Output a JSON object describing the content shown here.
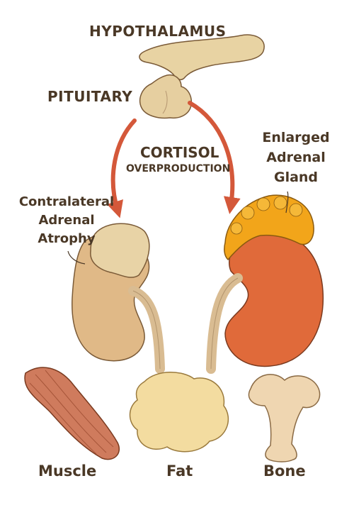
{
  "labels": {
    "hypothalamus": "HYPOTHALAMUS",
    "pituitary": "PITUITARY",
    "cortisol": "CORTISOL",
    "overproduction": "OVERPRODUCTION",
    "contralateral": [
      "Contralateral",
      "Adrenal",
      "Atrophy"
    ],
    "enlarged": [
      "Enlarged",
      "Adrenal",
      "Gland"
    ],
    "muscle": "Muscle",
    "fat": "Fat",
    "bone": "Bone"
  },
  "colors": {
    "text": "#4a3826",
    "arrow": "#d4583a",
    "gland_tan": "#e6cfa0",
    "enlarged_adrenal": "#f2a51a",
    "kidney_normal": "#e0b987",
    "kidney_active": "#e06a3a",
    "muscle": "#cf7b5d",
    "fat": "#f3dca0",
    "bone": "#efd6b1"
  }
}
